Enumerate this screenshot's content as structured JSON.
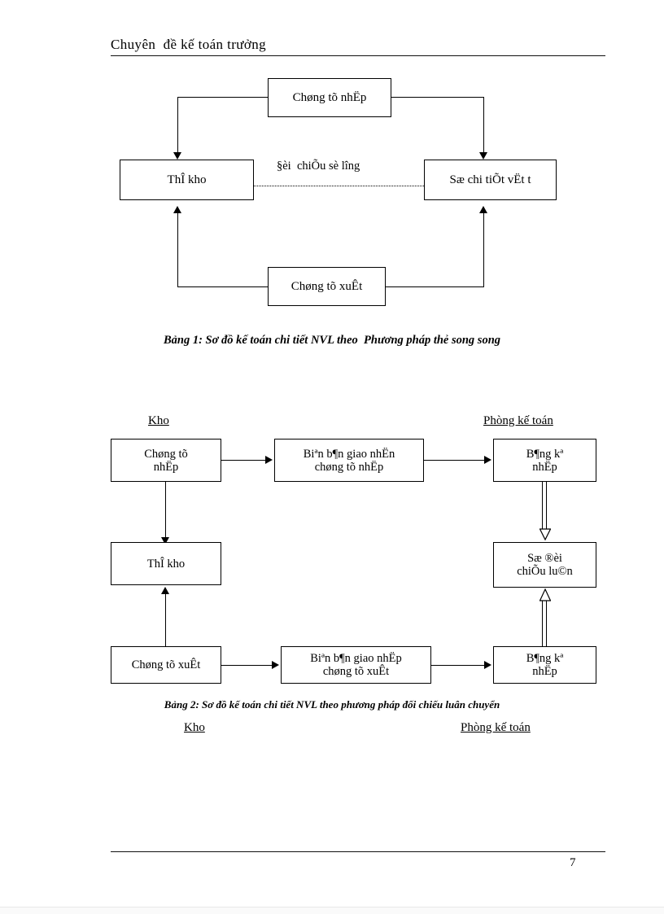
{
  "document": {
    "header_text": "Chuyên  đề kế toán trưởng",
    "page_number": "7"
  },
  "diagram1": {
    "caption": "Bảng 1: Sơ đồ kế toán chi tiết NVL theo  Phương pháp thẻ song song",
    "nodes": {
      "top": "Chøng tõ nhËp",
      "left": "ThÎ kho",
      "right": "Sæ chi tiÕt vËt t",
      "bottom": "Chøng tõ xuÊt"
    },
    "edge_label": "§èi  chiÕu sè lîng"
  },
  "diagram2": {
    "caption": "Bảng 2: Sơ đồ kế toán chi tiết NVL theo phương pháp đối chiếu luân chuyển",
    "column_headers_top": {
      "left": "Kho",
      "right": "Phòng kế toán"
    },
    "column_headers_bottom": {
      "left": "Kho",
      "right": "Phòng kế toán"
    },
    "nodes": {
      "r1c1": "Chøng tõ\nnhËp",
      "r1c2": "Biªn b¶n giao nhËn\nchøng tõ nhËp",
      "r1c3": "B¶ng kª\nnhËp",
      "r2c1": "ThÎ kho",
      "r2c3": "Sæ ®èi\nchiÕu lu©n",
      "r3c1": "Chøng tõ xuÊt",
      "r3c2": "Biªn b¶n giao nhËp\nchøng tõ xuÊt",
      "r3c3": "B¶ng kª\nnhËp"
    }
  }
}
